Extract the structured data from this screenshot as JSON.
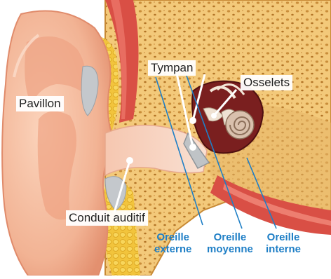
{
  "labels": {
    "pavillon": "Pavillon",
    "tympan": "Tympan",
    "osselets": "Osselets",
    "conduit": "Conduit auditif"
  },
  "regions": {
    "externe": [
      "Oreille",
      "externe"
    ],
    "moyenne": [
      "Oreille",
      "moyenne"
    ],
    "interne": [
      "Oreille",
      "interne"
    ]
  },
  "colors": {
    "skin": "#f6bd9f",
    "skin_dark": "#e99576",
    "bone": "#f3c97a",
    "bone_dark": "#d89a3e",
    "bone_spot": "#b27427",
    "fat": "#f2c43c",
    "muscle": "#d94f45",
    "canal": "#f8d9c8",
    "cartilage": "#c4c8cc",
    "cavity": "#7a1f1f",
    "cochlea": "#d9c0ad",
    "pointer": "#1f7fc6",
    "region_text": "#1f7fc6"
  }
}
